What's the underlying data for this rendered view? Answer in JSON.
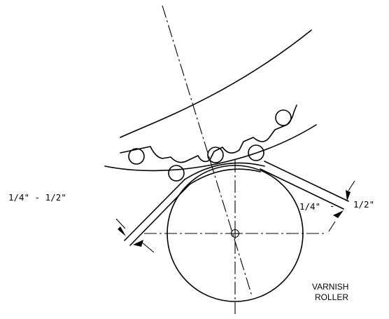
{
  "dimensions": {
    "left_gap": "1/4\"  -  1/2\"",
    "right_gap_min": "1/4\"",
    "right_gap_separator": "-",
    "right_gap_max": "1/2\""
  },
  "labels": {
    "roller_line1": "VARNISH",
    "roller_line2": "ROLLER"
  }
}
